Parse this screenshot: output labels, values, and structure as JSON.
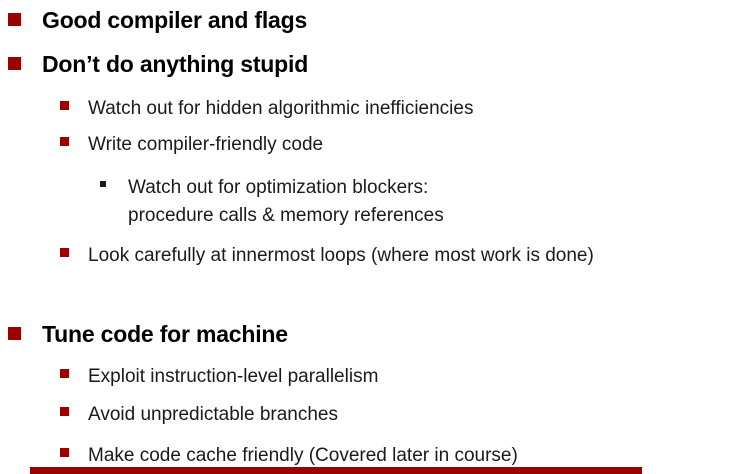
{
  "colors": {
    "accent": "#990000",
    "level3_bullet": "#1a1a1a",
    "heading_text": "#000000",
    "body_text": "#1a1a1a",
    "background": "#ffffff"
  },
  "slide": {
    "items": [
      {
        "level": 1,
        "text": "Good compiler and flags"
      },
      {
        "level": 1,
        "text": "Don’t do anything stupid"
      },
      {
        "level": 2,
        "text": "Watch out for hidden algorithmic inefficiencies"
      },
      {
        "level": 2,
        "text": "Write compiler-friendly code"
      },
      {
        "level": 3,
        "lines": [
          "Watch out for optimization blockers:",
          "procedure calls & memory references"
        ]
      },
      {
        "level": 2,
        "text": "Look carefully at innermost loops (where most work is done)"
      },
      {
        "level": 1,
        "text": "Tune code for machine"
      },
      {
        "level": 2,
        "text": "Exploit instruction-level parallelism"
      },
      {
        "level": 2,
        "text": "Avoid unpredictable branches"
      },
      {
        "level": 2,
        "text": "Make code cache friendly (Covered later in course)"
      }
    ]
  }
}
